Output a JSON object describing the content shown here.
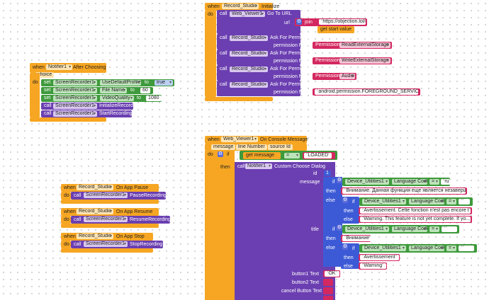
{
  "labels": {
    "when": "when",
    "do": "do",
    "call": "call",
    "set": "set",
    "to": "to",
    "url": "url",
    "join": "join",
    "permission_name": "permission Name",
    "if": "if",
    "then": "then",
    "else": "else",
    "id": "id",
    "message": "message",
    "title": "title"
  },
  "notifier_block": {
    "component": "Notifier1",
    "event": "After Choosing",
    "param": "choice",
    "rows": [
      {
        "component": "ScreenRecorder1",
        "property": "UseDefaultProfile",
        "value": "true"
      },
      {
        "component": "ScreenRecorder1",
        "property": "File Name",
        "value": "60"
      },
      {
        "component": "ScreenRecorder1",
        "property": "VideoQuality",
        "value": "1080"
      }
    ],
    "calls": [
      {
        "component": "ScreenRecorder1",
        "method": "InitializeRecorder"
      },
      {
        "component": "ScreenRecorder1",
        "method": "StartRecording"
      }
    ]
  },
  "initialize_block": {
    "component": "Record_Studio",
    "event": "Initialize",
    "goto": {
      "component": "Web_Viewer1",
      "method": "Go To URL",
      "url": "https://objection.lol/record/",
      "getter": "get start value"
    },
    "permissions": [
      {
        "component": "Record_Studio",
        "method": "Ask For Permission",
        "permission": "Permission",
        "value": "ReadExternalStorage"
      },
      {
        "component": "Record_Studio",
        "method": "Ask For Permission",
        "permission": "Permission",
        "value": "WriteExternalStorage"
      },
      {
        "component": "Record_Studio",
        "method": "Ask For Permission",
        "permission": "Permission",
        "value": "Audio"
      },
      {
        "component": "Record_Studio",
        "method": "Ask For Permission",
        "permission": "",
        "value": "android.permission.FOREGROUND_SERVICE"
      }
    ]
  },
  "lifecycle_blocks": [
    {
      "component": "Record_Studio",
      "event": "On App Pause",
      "call_component": "ScreenRecorder1",
      "method": "PauseRecording"
    },
    {
      "component": "Record_Studio",
      "event": "On App Resume",
      "call_component": "ScreenRecorder1",
      "method": "ResumeRecording"
    },
    {
      "component": "Record_Studio",
      "event": "On App Stop",
      "call_component": "ScreenRecorder1",
      "method": "StopRecording"
    }
  ],
  "console_block": {
    "component": "Web_Viewer1",
    "event": "On Console Message",
    "params": [
      "message",
      "line Number",
      "source Id"
    ],
    "get_message": "get message",
    "operator": "=",
    "loaded": "LOADED",
    "dialog": {
      "component": "Notifier1",
      "method": "Custom Choose Dialog",
      "id_value": "1",
      "message_if": {
        "component": "Device_Utilities1",
        "property": "Language Code",
        "operator": "=",
        "value": "ru"
      },
      "message_then": "Внимание. Данная функция еще является незавершен",
      "message_else_if": {
        "component": "Device_Utilities1",
        "property": "Language Code",
        "operator": "=",
        "value": ""
      },
      "message_else_then": "Avertissement. Cette fonction n'est pas encore t",
      "message_else_else": "Warning. This feature is not yet complete. If yo...",
      "title_if": {
        "component": "Device_Utilities1",
        "property": "Language Code",
        "operator": "=",
        "value": ""
      },
      "title_then": "Внимание",
      "title_else_if": {
        "component": "Device_Utilities1",
        "property": "Language Code",
        "operator": "=",
        "value": ""
      },
      "title_else_then": "Avertissement",
      "title_else_else": "Warning",
      "button_labels": [
        "button1 Text",
        "button2 Text",
        "cancel Button Text"
      ],
      "button1_value": "OK"
    }
  }
}
